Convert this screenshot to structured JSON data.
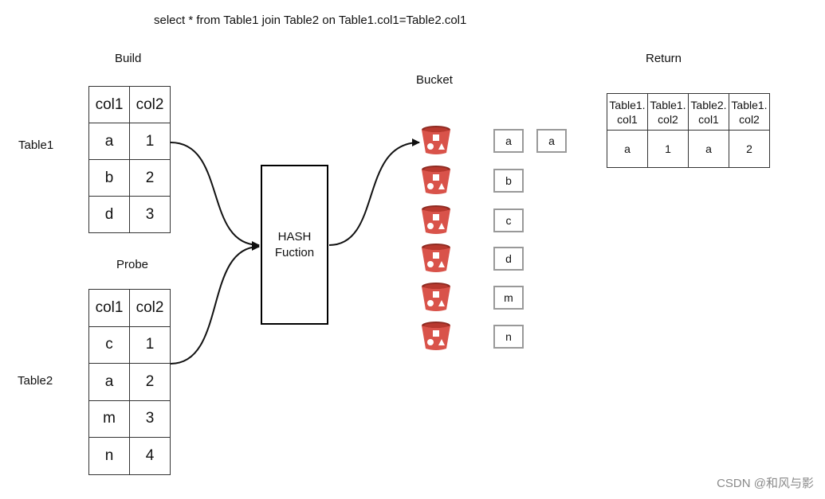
{
  "query": "select * from Table1 join Table2 on Table1.col1=Table2.col1",
  "labels": {
    "build": "Build",
    "probe": "Probe",
    "table1": "Table1",
    "table2": "Table2",
    "bucket": "Bucket",
    "return": "Return"
  },
  "hash_function": {
    "line1": "HASH",
    "line2": "Fuction"
  },
  "table1": {
    "headers": [
      "col1",
      "col2"
    ],
    "rows": [
      [
        "a",
        "1"
      ],
      [
        "b",
        "2"
      ],
      [
        "d",
        "3"
      ]
    ]
  },
  "table2": {
    "headers": [
      "col1",
      "col2"
    ],
    "rows": [
      [
        "c",
        "1"
      ],
      [
        "a",
        "2"
      ],
      [
        "m",
        "3"
      ],
      [
        "n",
        "4"
      ]
    ]
  },
  "buckets": [
    {
      "key": "a",
      "match": "a"
    },
    {
      "key": "b"
    },
    {
      "key": "c"
    },
    {
      "key": "d"
    },
    {
      "key": "m"
    },
    {
      "key": "n"
    }
  ],
  "result": {
    "headers": [
      "Table1.\ncol1",
      "Table1.\ncol2",
      "Table2.\ncol1",
      "Table1.\ncol2"
    ],
    "rows": [
      [
        "a",
        "1",
        "a",
        "2"
      ]
    ]
  },
  "colors": {
    "bucket_red": "#d9534a",
    "bucket_dark": "#8f2b22",
    "box_border": "#999999",
    "line": "#111111"
  },
  "icons": [
    "bucket-icon"
  ],
  "watermark": "CSDN @和风与影"
}
